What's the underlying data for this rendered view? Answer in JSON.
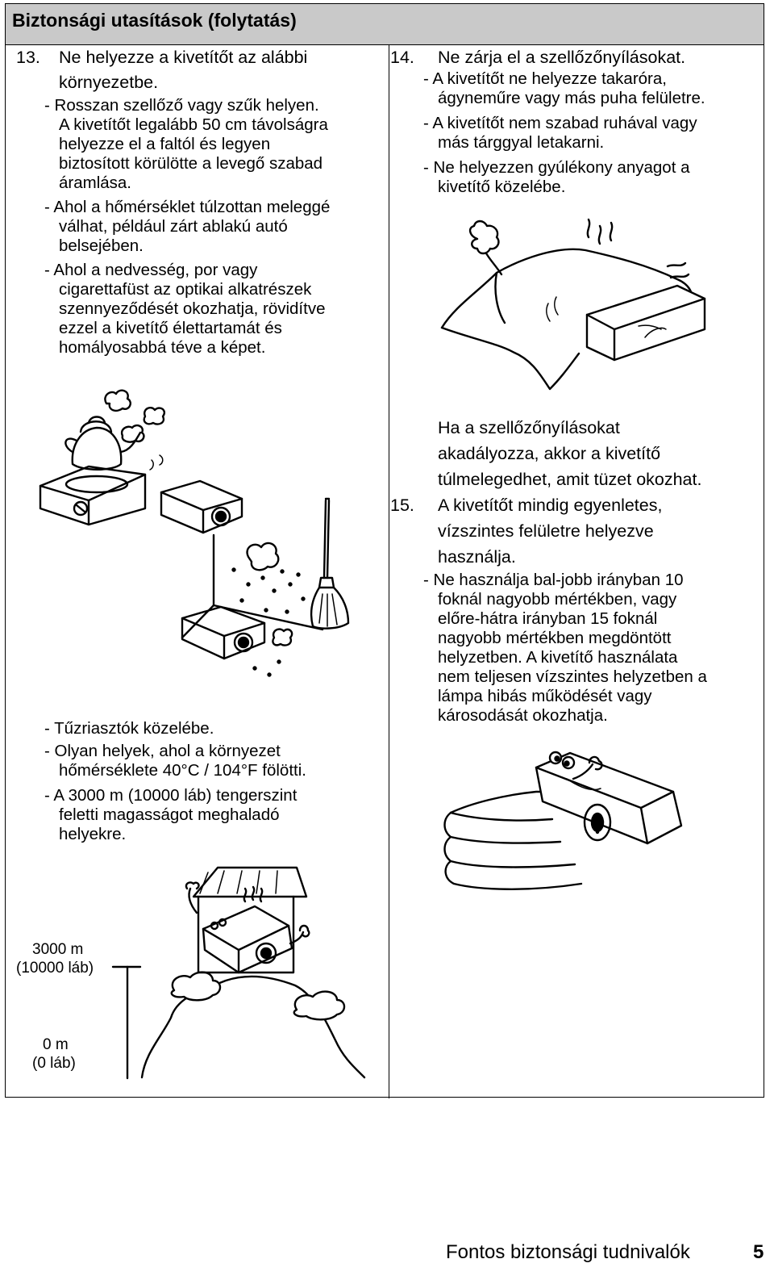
{
  "header": {
    "title": "Biztonsági utasítások (folytatás)"
  },
  "left": {
    "item13": {
      "number": "13.",
      "line1": "Ne helyezze a kivetítőt az alábbi",
      "line2": "környezetbe.",
      "b1": [
        "- Rosszan szellőző vagy szűk helyen.",
        "A kivetítőt legalább 50 cm távolságra",
        "helyezze el a faltól és legyen",
        "biztosított körülötte a levegő szabad",
        "áramlása."
      ],
      "b2": [
        "- Ahol a hőmérséklet túlzottan meleggé",
        "válhat, például zárt ablakú autó",
        "belsejében."
      ],
      "b3": [
        "- Ahol a nedvesség, por vagy",
        "cigarettafüst az optikai alkatrészek",
        "szennyeződését okozhatja, rövidítve",
        "ezzel a kivetítő élettartamát és",
        "homályosabbá téve a képet."
      ],
      "b4": "- Tűzriasztók közelébe.",
      "b5": [
        "- Olyan helyek, ahol a környezet",
        "hőmérséklete 40°C / 104°F fölötti."
      ],
      "b6": [
        "- A 3000 m (10000 láb) tengerszint",
        "feletti magasságot meghaladó",
        "helyekre."
      ]
    },
    "altitude": {
      "top_line1": "3000 m",
      "top_line2": "(10000 láb)",
      "bottom_line1": "0 m",
      "bottom_line2": "(0 láb)"
    }
  },
  "right": {
    "item14": {
      "number": "14.",
      "title": "Ne zárja el a szellőzőnyílásokat.",
      "b1": [
        "- A kivetítőt ne helyezze takaróra,",
        "ágyneműre vagy más puha felületre."
      ],
      "b2": [
        "- A kivetítőt nem szabad ruhával vagy",
        "más tárggyal letakarni."
      ],
      "b3": [
        "- Ne helyezzen gyúlékony anyagot a",
        "kivetítő közelébe."
      ],
      "warning": [
        "Ha a szellőzőnyílásokat",
        "akadályozza, akkor a kivetítő",
        "túlmelegedhet, amit tüzet okozhat."
      ]
    },
    "item15": {
      "number": "15.",
      "title": [
        "A kivetítőt mindig egyenletes,",
        "vízszintes felületre helyezve",
        "használja."
      ],
      "b1": [
        "- Ne használja bal-jobb irányban 10",
        "foknál nagyobb mértékben, vagy",
        "előre-hátra irányban 15 foknál",
        "nagyobb mértékben megdöntött",
        "helyzetben. A kivetítő használata",
        "nem teljesen vízszintes helyzetben a",
        "lámpa hibás működését vagy",
        "károsodását okozhatja."
      ]
    }
  },
  "footer": {
    "section": "Fontos biztonsági tudnivalók",
    "page": "5"
  },
  "icons": [
    "covered-projector-illustration",
    "hazard-environment-illustration",
    "tilted-projector-illustration",
    "altitude-illustration"
  ]
}
